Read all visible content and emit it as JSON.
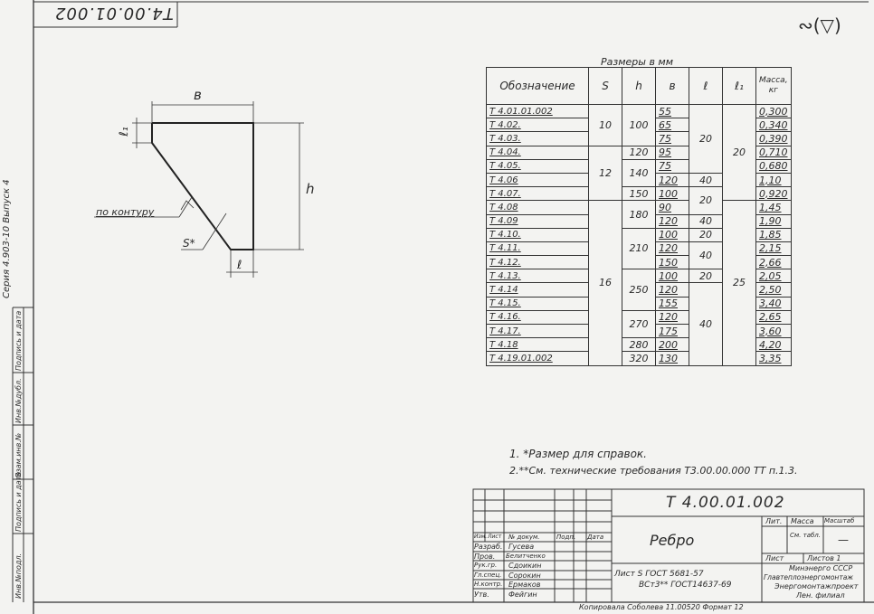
{
  "page": {
    "top_code_rotated": "Т4.00.01.002",
    "corner_symbol": "∾(▽)",
    "series_label": "Серия 4.903-10  Выпуск 4"
  },
  "drawing": {
    "dim_b": "в",
    "dim_l1": "ℓ₁",
    "dim_h": "h",
    "dim_l": "ℓ",
    "weld_note": "по контуру",
    "thickness_label": "S*"
  },
  "table": {
    "caption": "Размеры в мм",
    "headers": [
      "Обозначение",
      "S",
      "h",
      "в",
      "ℓ",
      "ℓ₁",
      "Масса, кг"
    ],
    "rows": [
      {
        "name": "Т 4.01.01.002",
        "b": "55",
        "m": "0,300"
      },
      {
        "name": "Т 4.02.",
        "b": "65",
        "m": "0,340"
      },
      {
        "name": "Т 4.03.",
        "b": "75",
        "m": "0,390"
      },
      {
        "name": "Т 4.04.",
        "b": "95",
        "m": "0,710"
      },
      {
        "name": "Т 4.05.",
        "b": "75",
        "m": "0,680"
      },
      {
        "name": "Т 4.06",
        "b": "120",
        "m": "1,10"
      },
      {
        "name": "Т 4.07.",
        "b": "100",
        "m": "0,920"
      },
      {
        "name": "Т 4.08",
        "b": "90",
        "m": "1,45"
      },
      {
        "name": "Т 4.09",
        "b": "120",
        "m": "1,90"
      },
      {
        "name": "Т 4.10.",
        "b": "100",
        "m": "1,85"
      },
      {
        "name": "Т 4.11.",
        "b": "120",
        "m": "2,15"
      },
      {
        "name": "Т 4.12.",
        "b": "150",
        "m": "2,66"
      },
      {
        "name": "Т 4.13.",
        "b": "100",
        "m": "2,05"
      },
      {
        "name": "Т 4.14",
        "b": "120",
        "m": "2,50"
      },
      {
        "name": "Т 4.15.",
        "b": "155",
        "m": "3,40"
      },
      {
        "name": "Т 4.16.",
        "b": "120",
        "m": "2,65"
      },
      {
        "name": "Т 4.17.",
        "b": "175",
        "m": "3,60"
      },
      {
        "name": "Т 4.18",
        "b": "200",
        "m": "4,20"
      },
      {
        "name": "Т 4.19.01.002",
        "b": "130",
        "m": "3,35"
      }
    ],
    "merged": {
      "s_10": "10",
      "s_12": "12",
      "s_16": "16",
      "h_100": "100",
      "h_120": "120",
      "h_140": "140",
      "h_150": "150",
      "h_180": "180",
      "h_210": "210",
      "h_250": "250",
      "h_270": "270",
      "h_280": "280",
      "h_320": "320",
      "l_20a": "20",
      "l_40a": "40",
      "l_20b": "20",
      "l_40b": "40",
      "l_20c": "20",
      "l_40c": "40",
      "l_20d": "20",
      "l_40d": "40",
      "l1_20": "20",
      "l1_25": "25"
    }
  },
  "notes": [
    "1. *Размер для справок.",
    "2.**См. технические требования Т3.00.00.000 ТТ п.1.3."
  ],
  "title_block": {
    "code": "Т 4.00.01.002",
    "part_name": "Ребро",
    "col_lit": "Лит.",
    "col_mass": "Масса",
    "col_scale": "Масштаб",
    "mass_value": "См. табл.",
    "scale_value": "—",
    "sheet": "Лист",
    "sheets": "Листов 1",
    "material_top": "Лист S ГОСТ 5681-57",
    "material_bottom": "ВСт3** ГОСТ14637-69",
    "org1": "Минэнерго СССР",
    "org2": "Главтеплоэнергомонтаж",
    "org3": "Энергомонтажпроект",
    "org4": "Лен. филиал",
    "hdr": [
      "Изм.",
      "Лист",
      "№ докум.",
      "Подп.",
      "Дата"
    ],
    "people": [
      {
        "role": "Разраб.",
        "name": "Гусева"
      },
      {
        "role": "Пров.",
        "name": "Белитченко"
      },
      {
        "role": "Рук.гр.",
        "name": "Сдоикин"
      },
      {
        "role": "Гл.спец.",
        "name": "Сорокин"
      },
      {
        "role": "Н.контр.",
        "name": "Ермаков"
      },
      {
        "role": "Утв.",
        "name": "Фейгин"
      }
    ],
    "footer": "Копировала   Соболева   11.00520   Формат 12"
  },
  "side_strip": {
    "labels": [
      "Инв.№подл.",
      "Подпись и дата",
      "Взам.инв.№",
      "Инв.№дубл.",
      "Подпись и дата"
    ]
  }
}
